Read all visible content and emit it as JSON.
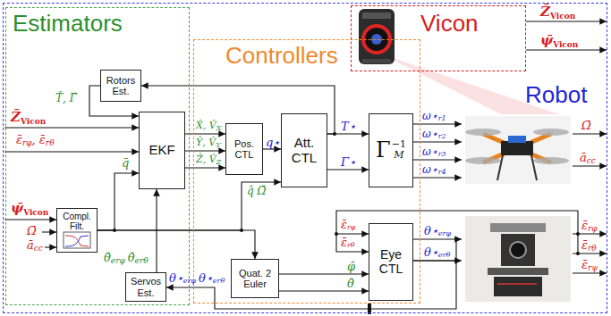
{
  "diagram": {
    "nodes": [
      {
        "text": [
          "Robot"
        ]
      },
      {
        "text": [
          "Estimators"
        ],
        "in": 0
      },
      {
        "text": [
          "Rotors Est."
        ],
        "in": 1
      },
      {
        "text": [
          "EKF"
        ],
        "in": 1
      },
      {
        "text": [
          "Compl. Filt."
        ],
        "in": 1
      },
      {
        "text": [
          "Servos Est."
        ],
        "in": 1
      },
      {
        "text": [
          "Controllers"
        ],
        "in": 0
      },
      {
        "text": [
          "Pos. CTL"
        ],
        "in": 6
      },
      {
        "text": [
          "Att. CTL"
        ],
        "in": 6
      },
      {
        "text": [
          "Γ",
          "−1",
          "M"
        ],
        "in": 6
      },
      {
        "text": [
          "Quat. 2 Euler"
        ],
        "in": 6
      },
      {
        "text": [
          "Eye CTL"
        ],
        "in": 6
      },
      {
        "text": [
          "Vicon"
        ],
        "in": 0
      }
    ],
    "edges": [
      {
        "from": 2,
        "to": 3,
        "arrow": "to"
      },
      {
        "from": 4,
        "to": 3,
        "arrow": "to"
      },
      {
        "from": 3,
        "to": 7,
        "arrow": "to"
      },
      {
        "from": 3,
        "to": 7,
        "arrow": "to"
      },
      {
        "from": 3,
        "to": 7,
        "arrow": "to"
      },
      {
        "from": 7,
        "to": 8,
        "arrow": "to"
      },
      {
        "from": 4,
        "to": 8,
        "arrow": "to"
      },
      {
        "from": 8,
        "to": 9,
        "arrow": "to"
      },
      {
        "from": 8,
        "to": 9,
        "arrow": "to"
      },
      {
        "from": 8,
        "to": 2,
        "arrow": "to"
      },
      {
        "from": 4,
        "to": 10,
        "arrow": "to"
      },
      {
        "from": 10,
        "to": 11,
        "arrow": "to"
      },
      {
        "from": 10,
        "to": 11,
        "arrow": "to"
      },
      {
        "from": 11,
        "to": 5,
        "arrow": "to"
      },
      {
        "from": 5,
        "to": 3,
        "arrow": "to"
      }
    ],
    "labels": [
      "Z̄",
      "Vicon",
      "ψ̄",
      "Vicon",
      "T̂, Γ̂",
      "ε̄",
      "rφ",
      ", ε̄",
      "rθ",
      "q̄",
      "Ω̄",
      "ā",
      "cc",
      "X̂, V̂",
      "X",
      "Ŷ, V̂",
      "Y",
      "Ẑ, V̂",
      "Z",
      "q⋆",
      "q̂ Ω̂",
      "T⋆",
      "Γ⋆",
      "ω⋆",
      "r1",
      "ω⋆",
      "r2",
      "ω⋆",
      "r3",
      "ω⋆",
      "r4",
      "Ω̄",
      "ā",
      "cc",
      "ε̄",
      "rφ",
      "ε̄",
      "rθ",
      "φ̂",
      "θ̂",
      "θ⋆",
      "erφ",
      "θ⋆",
      "erθ",
      "ε̄",
      "rφ",
      "ε̄",
      "rθ",
      "ε̄",
      "rψ",
      "θ̂",
      "erφ",
      "θ̂",
      "erθ",
      "θ⋆",
      "erφ",
      "θ⋆",
      "erθ",
      "Z̄",
      "Vicon",
      "ψ̄",
      "Vicon"
    ]
  }
}
